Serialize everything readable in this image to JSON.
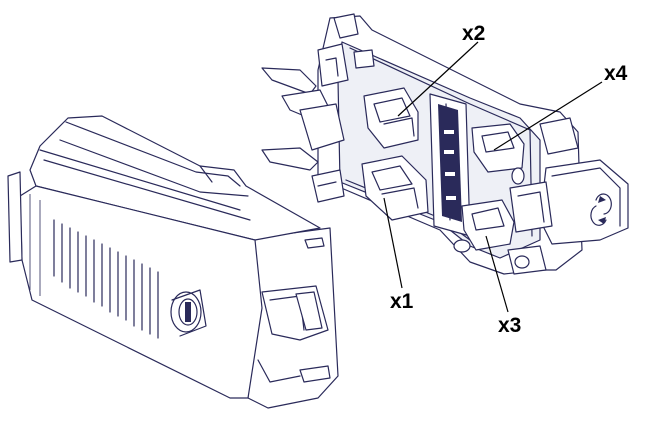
{
  "diagram": {
    "callouts": [
      {
        "id": "x1",
        "text": "x1"
      },
      {
        "id": "x2",
        "text": "x2"
      },
      {
        "id": "x3",
        "text": "x3"
      },
      {
        "id": "x4",
        "text": "x4"
      }
    ]
  }
}
